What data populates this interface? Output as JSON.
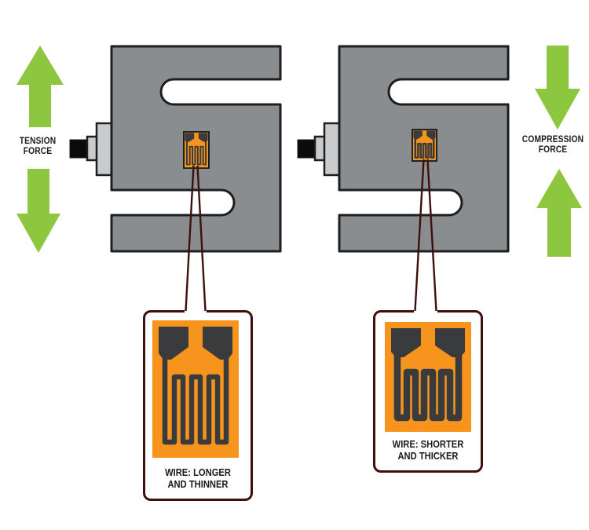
{
  "left_diagram": {
    "force_label": {
      "line1": "TENSION",
      "line2": "FORCE"
    },
    "callout_label": {
      "line1": "WIRE: LONGER",
      "line2": "AND THINNER"
    }
  },
  "right_diagram": {
    "force_label": {
      "line1": "COMPRESSION",
      "line2": "FORCE"
    },
    "callout_label": {
      "line1": "WIRE: SHORTER",
      "line2": "AND THICKER"
    }
  },
  "icons": {
    "tension_top": "arrow-up",
    "tension_bottom": "arrow-down",
    "compression_top": "arrow-down",
    "compression_bottom": "arrow-up"
  },
  "colors": {
    "arrow_green": "#8DC63F",
    "loadcell_gray": "#8A8D90",
    "outline_dark": "#1E1E1E",
    "connector_lightgray": "#C9CBCD",
    "connector_black": "#0B0B0B",
    "gauge_orange": "#F7941E",
    "gauge_pattern": "#3A3B3D",
    "wire_maroon": "#3D100E",
    "label_black": "#1B1B1B",
    "background": "#FFFFFF"
  }
}
